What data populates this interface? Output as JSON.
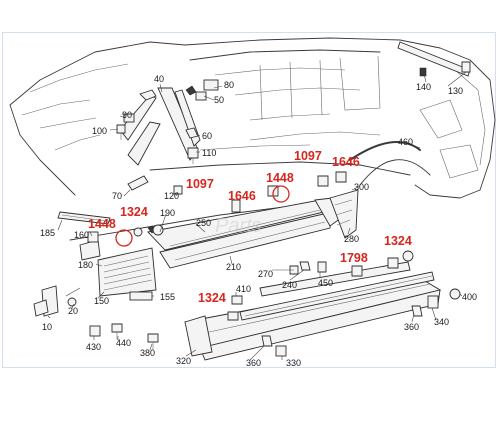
{
  "colors": {
    "callout": "#d6261d",
    "line": "#3a3a3a",
    "frame": "#d4dfee"
  },
  "callouts": [
    "1097",
    "1646",
    "1448",
    "1097",
    "1646",
    "1448",
    "1324",
    "1324",
    "1798",
    "1324"
  ],
  "labels": [
    "40",
    "80",
    "50",
    "90",
    "100",
    "60",
    "110",
    "70",
    "120",
    "190",
    "250",
    "160",
    "185",
    "180",
    "150",
    "155",
    "20",
    "10",
    "430",
    "440",
    "380",
    "320",
    "360",
    "330",
    "410",
    "210",
    "270",
    "240",
    "450",
    "280",
    "300",
    "460",
    "140",
    "130",
    "360",
    "340",
    "400"
  ],
  "watermark": "Parts"
}
